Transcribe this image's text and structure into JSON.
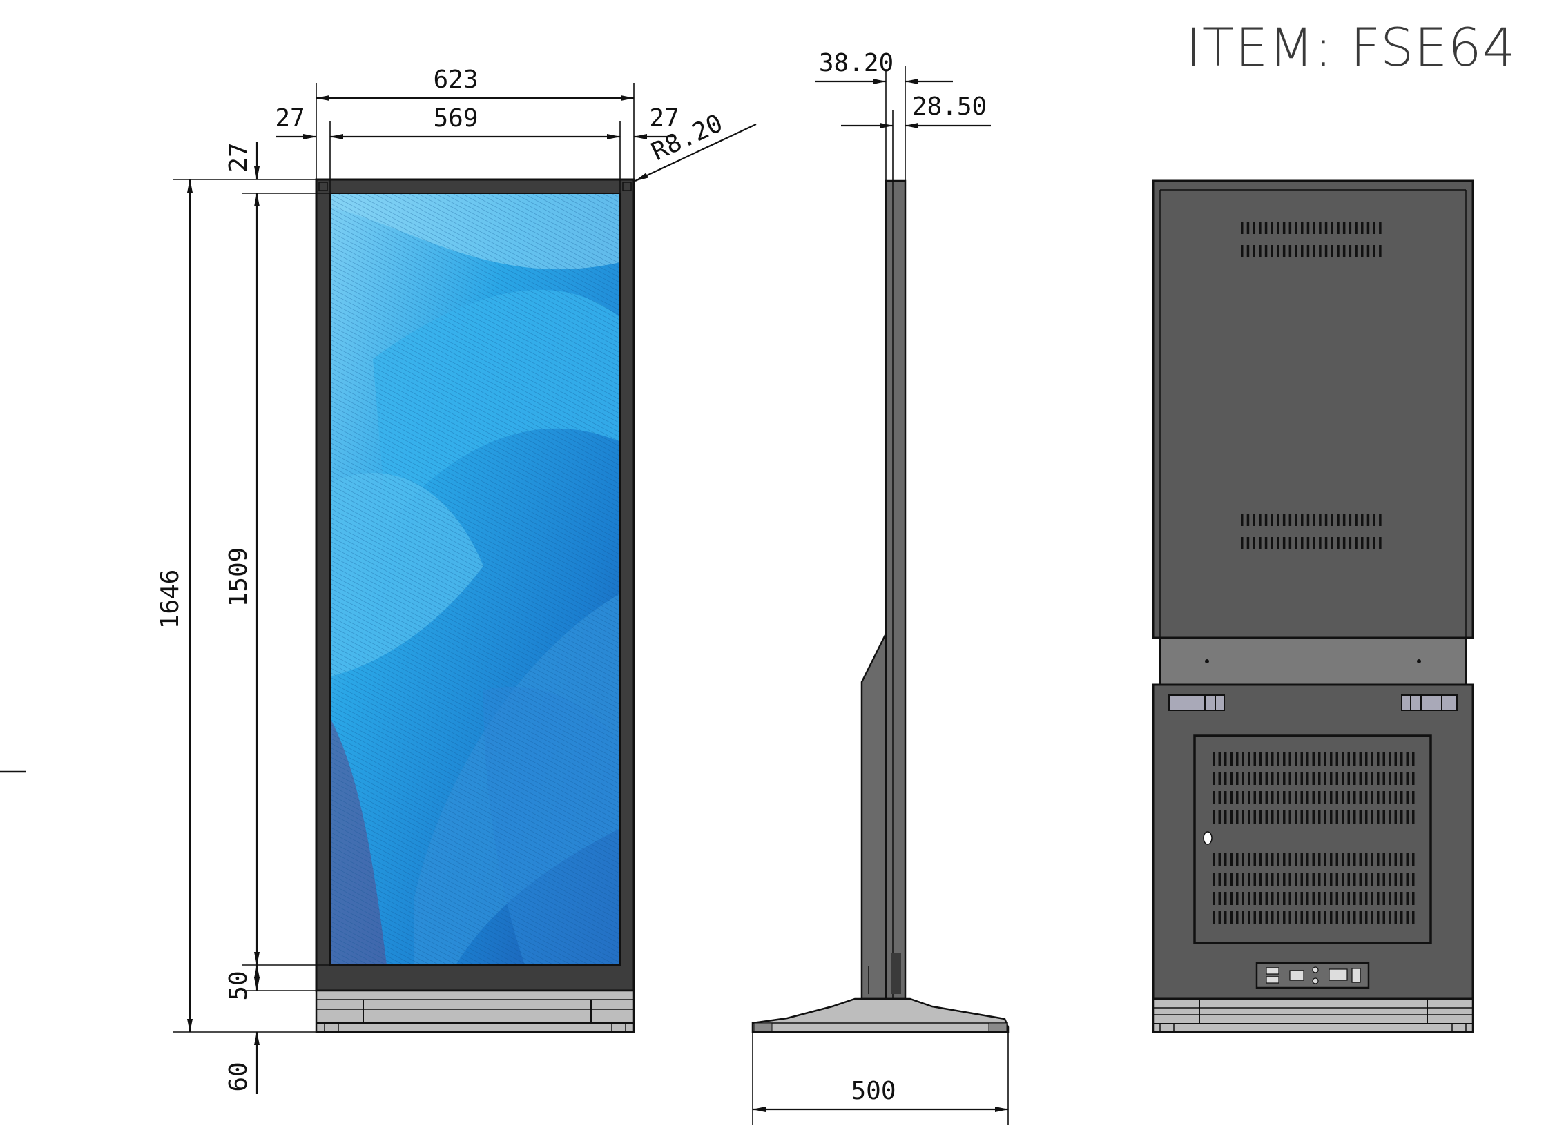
{
  "title": "ITEM: FSE64",
  "dimensions": {
    "front_overall_width": "623",
    "front_screen_width": "569",
    "front_side_bezel_left": "27",
    "front_side_bezel_right": "27",
    "front_corner_radius": "R8.20",
    "front_top_bezel": "27",
    "front_overall_height": "1646",
    "front_screen_height": "1509",
    "front_bottom_bezel": "50",
    "front_base_height": "60",
    "side_top_depth": "38.20",
    "side_panel_depth": "28.50",
    "side_base_width": "500"
  },
  "colors": {
    "body_dark": "#5a5a5a",
    "bezel": "#3d3d3d",
    "base_light": "#bdbdbd",
    "screen_accent": "#1ea0e0"
  }
}
